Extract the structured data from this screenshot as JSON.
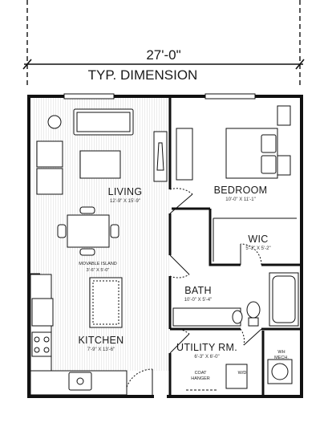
{
  "dimension": {
    "width": "27'-0\"",
    "note": "TYP. DIMENSION"
  },
  "rooms": {
    "living": {
      "name": "LIVING",
      "dims": "12'-9\" X 15'-9\""
    },
    "bedroom": {
      "name": "BEDROOM",
      "dims": "10'-0\" X 11'-1\""
    },
    "wic": {
      "name": "WIC",
      "dims": "5'-2\" X 5'-2\""
    },
    "bath": {
      "name": "BATH",
      "dims": "10'-0\" X 5'-4\""
    },
    "kitchen": {
      "name": "KITCHEN",
      "dims": "7'-9\" X 13'-6\""
    },
    "utility": {
      "name": "UTILITY RM.",
      "dims": "6'-3\" X 6'-0\""
    }
  },
  "fixtures": {
    "island_line1": "MOVABLE ISLAND",
    "island_line2": "3'-6\" X 5'-0\"",
    "coat_line1": "COAT",
    "coat_line2": "HANGER",
    "wd": "W/D",
    "wh_line1": "WH",
    "wh_line2": "MECH."
  }
}
